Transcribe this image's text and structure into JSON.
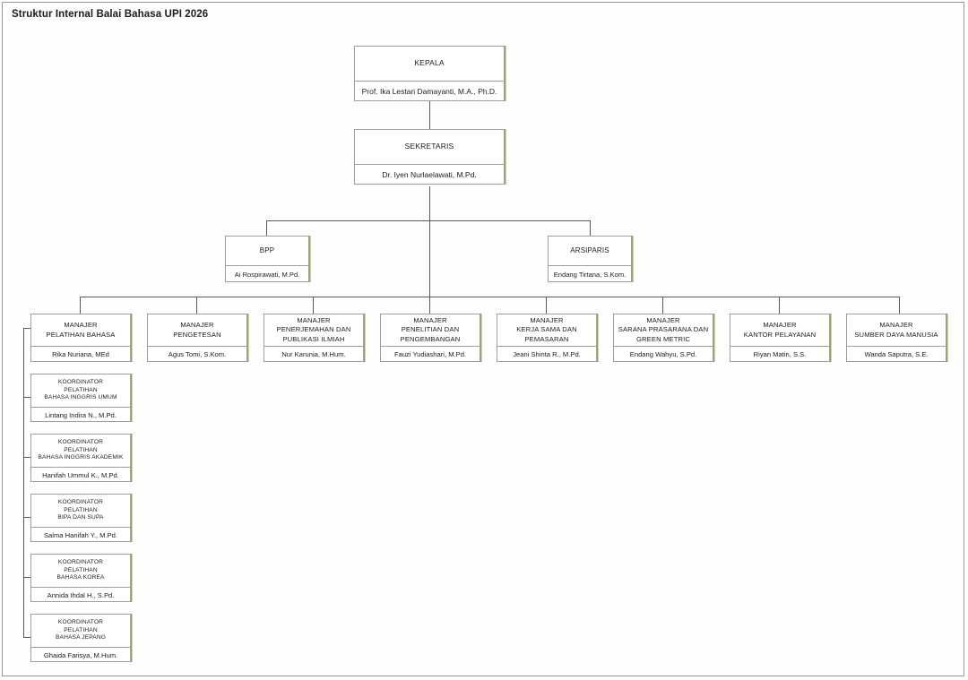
{
  "page": {
    "title": "Struktur Internal Balai Bahasa UPI 2026"
  },
  "colors": {
    "box_border": "#9e9e9e",
    "box_shadow": "#a8a35c",
    "line": "#5a5a5a",
    "frame": "#9a9a9a",
    "text": "#1c1c1c"
  },
  "chart_title": "Struktur Internal Balai Bahasa UPI 2026",
  "org": {
    "kepala": {
      "title": [
        "KEPALA"
      ],
      "name": "Prof. Ika Lestari Damayanti, M.A., Ph.D."
    },
    "sekretaris": {
      "title": [
        "SEKRETARIS"
      ],
      "name": "Dr. Iyen Nurlaelawati, M.Pd."
    },
    "units": [
      {
        "title": [
          "BPP"
        ],
        "name": "Ai Rospirawati, M.Pd."
      },
      {
        "title": [
          "ARSIPARIS"
        ],
        "name": "Endang Tirtana, S.Kom."
      }
    ],
    "managers": [
      {
        "title": [
          "MANAJER",
          "PELATIHAN BAHASA"
        ],
        "name": "Rika Nuriana, MEd"
      },
      {
        "title": [
          "MANAJER",
          "PENGETESAN"
        ],
        "name": "Agus Tomi, S.Kom."
      },
      {
        "title": [
          "MANAJER",
          "PENERJEMAHAN DAN",
          "PUBLIKASI ILMIAH"
        ],
        "name": "Nur Karunia, M.Hum."
      },
      {
        "title": [
          "MANAJER",
          "PENELITIAN DAN",
          "PENGEMBANGAN"
        ],
        "name": "Fauzi Yudiashari, M.Pd."
      },
      {
        "title": [
          "MANAJER",
          "KERJA SAMA DAN",
          "PEMASARAN"
        ],
        "name": "Jeani Shinta R., M.Pd."
      },
      {
        "title": [
          "MANAJER",
          "SARANA PRASARANA DAN",
          "GREEN METRIC"
        ],
        "name": "Endang Wahyu, S.Pd."
      },
      {
        "title": [
          "MANAJER",
          "KANTOR PELAYANAN"
        ],
        "name": "Riyan Matin, S.S."
      },
      {
        "title": [
          "MANAJER",
          "SUMBER DAYA MANUSIA"
        ],
        "name": "Wanda Saputra, S.E."
      }
    ],
    "coordinators": [
      {
        "title": [
          "KOORDINATOR",
          "PELATIHAN",
          "BAHASA INGGRIS UMUM"
        ],
        "name": "Lintang Indira N., M.Pd."
      },
      {
        "title": [
          "KOORDINATOR",
          "PELATIHAN",
          "BAHASA INGGRIS AKADEMIK"
        ],
        "name": "Hanifah Ummul K., M.Pd."
      },
      {
        "title": [
          "KOORDINATOR",
          "PELATIHAN",
          "BIPA DAN SUPA"
        ],
        "name": "Salma Hanifah Y., M.Pd."
      },
      {
        "title": [
          "KOORDINATOR",
          "PELATIHAN",
          "BAHASA KOREA"
        ],
        "name": "Annida Ihdal H., S.Pd."
      },
      {
        "title": [
          "KOORDINATOR",
          "PELATIHAN",
          "BAHASA JEPANG"
        ],
        "name": "Ghaida Farisya, M.Hum."
      }
    ]
  }
}
